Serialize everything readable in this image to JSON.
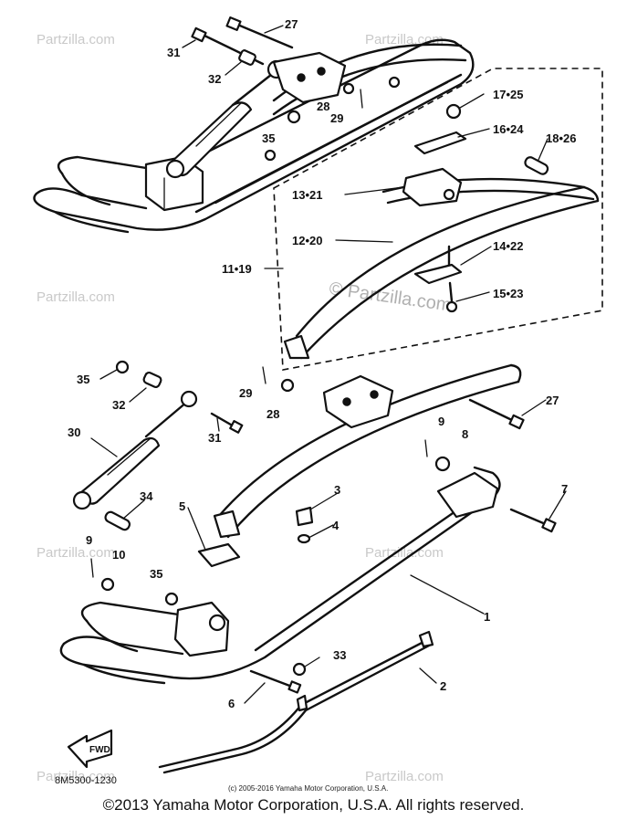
{
  "watermark": "Partzilla.com",
  "center_watermark": "© Partzilla.com",
  "callouts": [
    {
      "id": "c31a",
      "text": "31"
    },
    {
      "id": "c27a",
      "text": "27"
    },
    {
      "id": "c32a",
      "text": "32"
    },
    {
      "id": "c28a",
      "text": "28"
    },
    {
      "id": "c29a",
      "text": "29"
    },
    {
      "id": "c35a",
      "text": "35"
    },
    {
      "id": "c17",
      "text": "17•25"
    },
    {
      "id": "c16",
      "text": "16•24"
    },
    {
      "id": "c18",
      "text": "18•26"
    },
    {
      "id": "c13",
      "text": "13•21"
    },
    {
      "id": "c12",
      "text": "12•20"
    },
    {
      "id": "c11",
      "text": "11•19"
    },
    {
      "id": "c14",
      "text": "14•22"
    },
    {
      "id": "c15",
      "text": "15•23"
    },
    {
      "id": "c35b",
      "text": "35"
    },
    {
      "id": "c32b",
      "text": "32"
    },
    {
      "id": "c29b",
      "text": "29"
    },
    {
      "id": "c28b",
      "text": "28"
    },
    {
      "id": "c27b",
      "text": "27"
    },
    {
      "id": "c30",
      "text": "30"
    },
    {
      "id": "c31b",
      "text": "31"
    },
    {
      "id": "c9a",
      "text": "9"
    },
    {
      "id": "c8",
      "text": "8"
    },
    {
      "id": "c34",
      "text": "34"
    },
    {
      "id": "c3",
      "text": "3"
    },
    {
      "id": "c7",
      "text": "7"
    },
    {
      "id": "c5",
      "text": "5"
    },
    {
      "id": "c4",
      "text": "4"
    },
    {
      "id": "c9b",
      "text": "9"
    },
    {
      "id": "c10",
      "text": "10"
    },
    {
      "id": "c35c",
      "text": "35"
    },
    {
      "id": "c1",
      "text": "1"
    },
    {
      "id": "c33",
      "text": "33"
    },
    {
      "id": "c2",
      "text": "2"
    },
    {
      "id": "c6",
      "text": "6"
    }
  ],
  "front_arrow": "FWD",
  "diagram_code": "8M5300-1230",
  "small_copyright": "(c) 2005-2016 Yamaha Motor Corporation, U.S.A.",
  "footer": "©2013 Yamaha Motor Corporation, U.S.A. All rights reserved."
}
